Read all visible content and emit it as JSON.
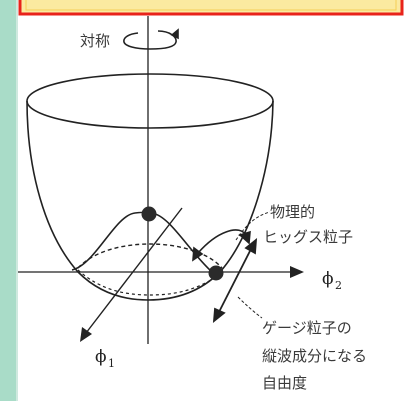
{
  "labels": {
    "symmetry": "対称",
    "physical": "物理的",
    "higgs": "ヒッグス粒子",
    "phi2": "ϕ",
    "phi2_sub": "2",
    "phi1": "ϕ",
    "phi1_sub": "1",
    "gauge_line1": "ゲージ粒子の",
    "gauge_line2": "縦波成分になる",
    "gauge_line3": "自由度"
  },
  "colors": {
    "left_band": "#a9dcc8",
    "frame_red": "#e8231b",
    "frame_inner": "#f4d77a",
    "line": "#222222"
  }
}
